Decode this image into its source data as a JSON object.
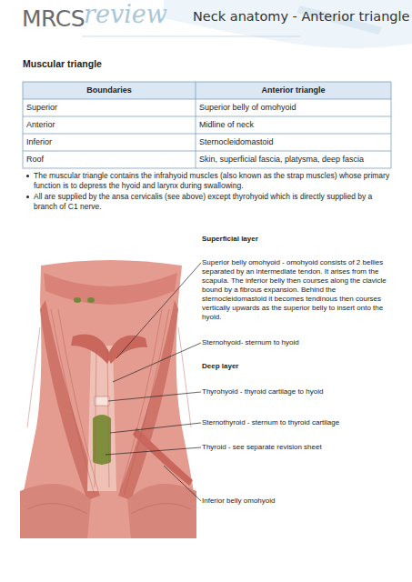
{
  "diagram": {
    "title": "Neck anatomy - Anterior triangle",
    "labels": [
      "MRCS",
      "review",
      "Muscular triangle",
      "Boundaries",
      "Anterior triangle",
      "Superior",
      "Superior belly of omohyoid",
      "Anterior",
      "Midline of neck",
      "Inferior",
      "Sternocleidomastoid",
      "Roof",
      "Skin, superficial fascia, platysma, deep fascia",
      "The muscular triangle contains the infrahyoid muscles (also known as the strap muscles) whose primary function is to depress the hyoid and larynx during swallowing.",
      "All are supplied by the ansa cervicalis (see above) except thyrohyoid which is directly supplied by a branch of C1 nerve.",
      "Superficial layer",
      "Superior belly omohyoid - omohyoid consists of 2 bellies separated by an intermediate tendon. It arises from the scapula. The inferior belly then courses along the clavicle bound by a fibrous expansion. Behind the sternocleidomastoid it becomes tendinous then courses vertically upwards as the superior belly to insert onto the hyoid.",
      "Sternohyoid- sternum to hyoid",
      "Deep layer",
      "Thyrohyoid - thyroid cartilage to hyoid",
      "Sternothyroid - sternum to thyroid cartilage",
      "Thyroid - see separate revision sheet",
      "Inferior belly omohyoid"
    ]
  }
}
